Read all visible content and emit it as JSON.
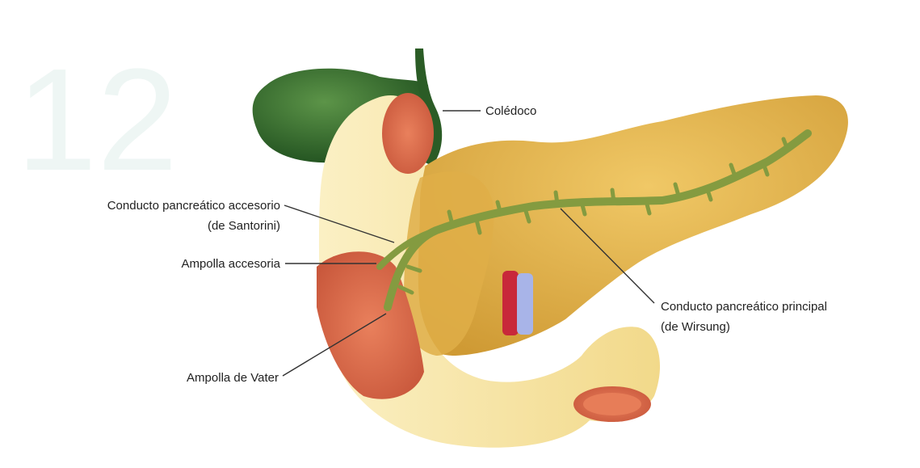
{
  "labels": {
    "coledoco": "Colédoco",
    "santorini_line1": "Conducto pancreático accesorio",
    "santorini_line2": "(de Santorini)",
    "ampolla_accesoria": "Ampolla accesoria",
    "ampolla_vater": "Ampolla de Vater",
    "wirsung_line1": "Conducto pancreático principal",
    "wirsung_line2": "(de Wirsung)"
  },
  "colors": {
    "gallbladder": "#2f6b2a",
    "duct": "#7f9a3c",
    "pancreas": "#e2b34c",
    "duodenum": "#f7e4a0",
    "lumen": "#d96a4a",
    "artery": "#c8283a",
    "vein": "#a8b4e8"
  }
}
